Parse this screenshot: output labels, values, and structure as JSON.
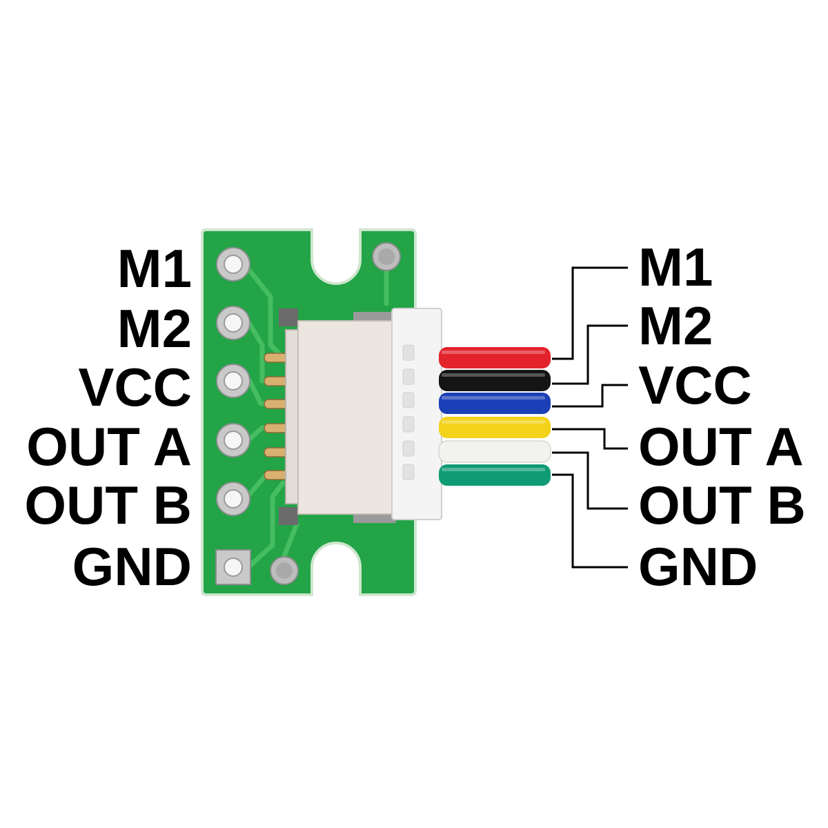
{
  "pinout": {
    "left_labels": [
      "M1",
      "M2",
      "VCC",
      "OUT A",
      "OUT B",
      "GND"
    ],
    "right_labels": [
      "M1",
      "M2",
      "VCC",
      "OUT A",
      "OUT B",
      "GND"
    ]
  },
  "wire_colors": [
    "#e3232c",
    "#141414",
    "#1b3fb6",
    "#f3d21b",
    "#f2f2ef",
    "#0f9b74"
  ],
  "colors": {
    "pcb": "#22a447",
    "pcb_edge": "#d9ecd9",
    "pad": "#c9c9c9",
    "connector": "#ece6e0",
    "plug": "#f4f4f4",
    "pin": "#d8b070",
    "label": "#000000"
  }
}
